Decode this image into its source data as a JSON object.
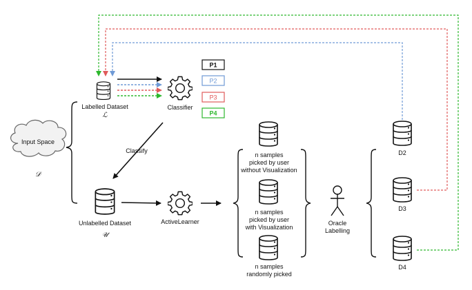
{
  "nodes": {
    "input_space": {
      "label": "Input Space",
      "symbol": "𝒟"
    },
    "labelled": {
      "label": "Labelled Dataset",
      "symbol": "ℒ"
    },
    "classifier": {
      "label": "Classifier"
    },
    "unlabelled": {
      "label": "Unlabelled Dataset",
      "symbol": "𝒰"
    },
    "active_learner": {
      "label": "ActiveLearner"
    },
    "oracle": {
      "label_line1": "Oracle",
      "label_line2": "Labelling"
    },
    "d2": {
      "label": "D2"
    },
    "d3": {
      "label": "D3"
    },
    "d4": {
      "label": "D4"
    }
  },
  "edges": {
    "classify": "Classify"
  },
  "policies": [
    {
      "label": "P1",
      "color": "#111111"
    },
    {
      "label": "P2",
      "color": "#6f9ad6"
    },
    {
      "label": "P3",
      "color": "#e05a5a"
    },
    {
      "label": "P4",
      "color": "#2db82d"
    }
  ],
  "samples": [
    {
      "line1": "n samples",
      "line2": "picked by user",
      "line3": "without Visualization"
    },
    {
      "line1": "n samples",
      "line2": "picked by user",
      "line3": "with Visualization"
    },
    {
      "line1": "n samples",
      "line2": "randomly picked",
      "line3": ""
    }
  ],
  "colors": {
    "black": "#111111",
    "blue": "#6f9ad6",
    "red": "#e05a5a",
    "green": "#2db82d"
  }
}
